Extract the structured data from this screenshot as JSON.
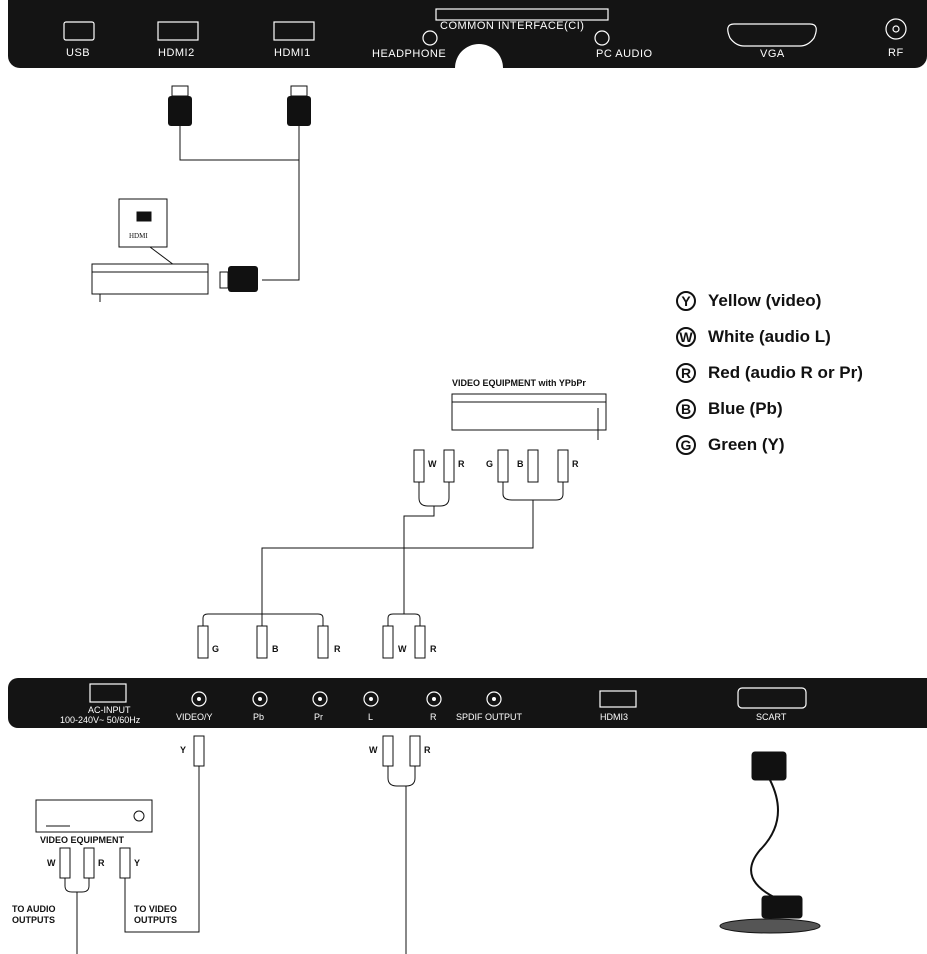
{
  "top_panel": {
    "usb": "USB",
    "hdmi2": "HDMI2",
    "hdmi1": "HDMI1",
    "headphone": "HEADPHONE",
    "common_interface": "COMMON INTERFACE(CI)",
    "pc_audio": "PC AUDIO",
    "vga": "VGA",
    "rf": "RF"
  },
  "hdmi_device_label": "HDMI",
  "ypbpr_equipment_label": "VIDEO EQUIPMENT with YPbPr",
  "legend": [
    {
      "letter": "Y",
      "text": "Yellow (video)"
    },
    {
      "letter": "W",
      "text": "White (audio L)"
    },
    {
      "letter": "R",
      "text": "Red (audio R or Pr)"
    },
    {
      "letter": "B",
      "text": "Blue (Pb)"
    },
    {
      "letter": "G",
      "text": "Green (Y)"
    }
  ],
  "bottom_panel": {
    "ac_input": "AC-INPUT",
    "ac_spec": "100-240V~ 50/60Hz",
    "video_y": "VIDEO/Y",
    "pb": "Pb",
    "pr": "Pr",
    "l": "L",
    "r": "R",
    "spdif": "SPDIF OUTPUT",
    "hdmi3": "HDMI3",
    "scart": "SCART"
  },
  "video_equipment_label": "VIDEO EQUIPMENT",
  "to_audio_outputs": [
    "TO AUDIO",
    "OUTPUTS"
  ],
  "to_video_outputs": [
    "TO VIDEO",
    "OUTPUTS"
  ],
  "plug_letters": {
    "w": "W",
    "r": "R",
    "b": "B",
    "g": "G",
    "y": "Y"
  }
}
